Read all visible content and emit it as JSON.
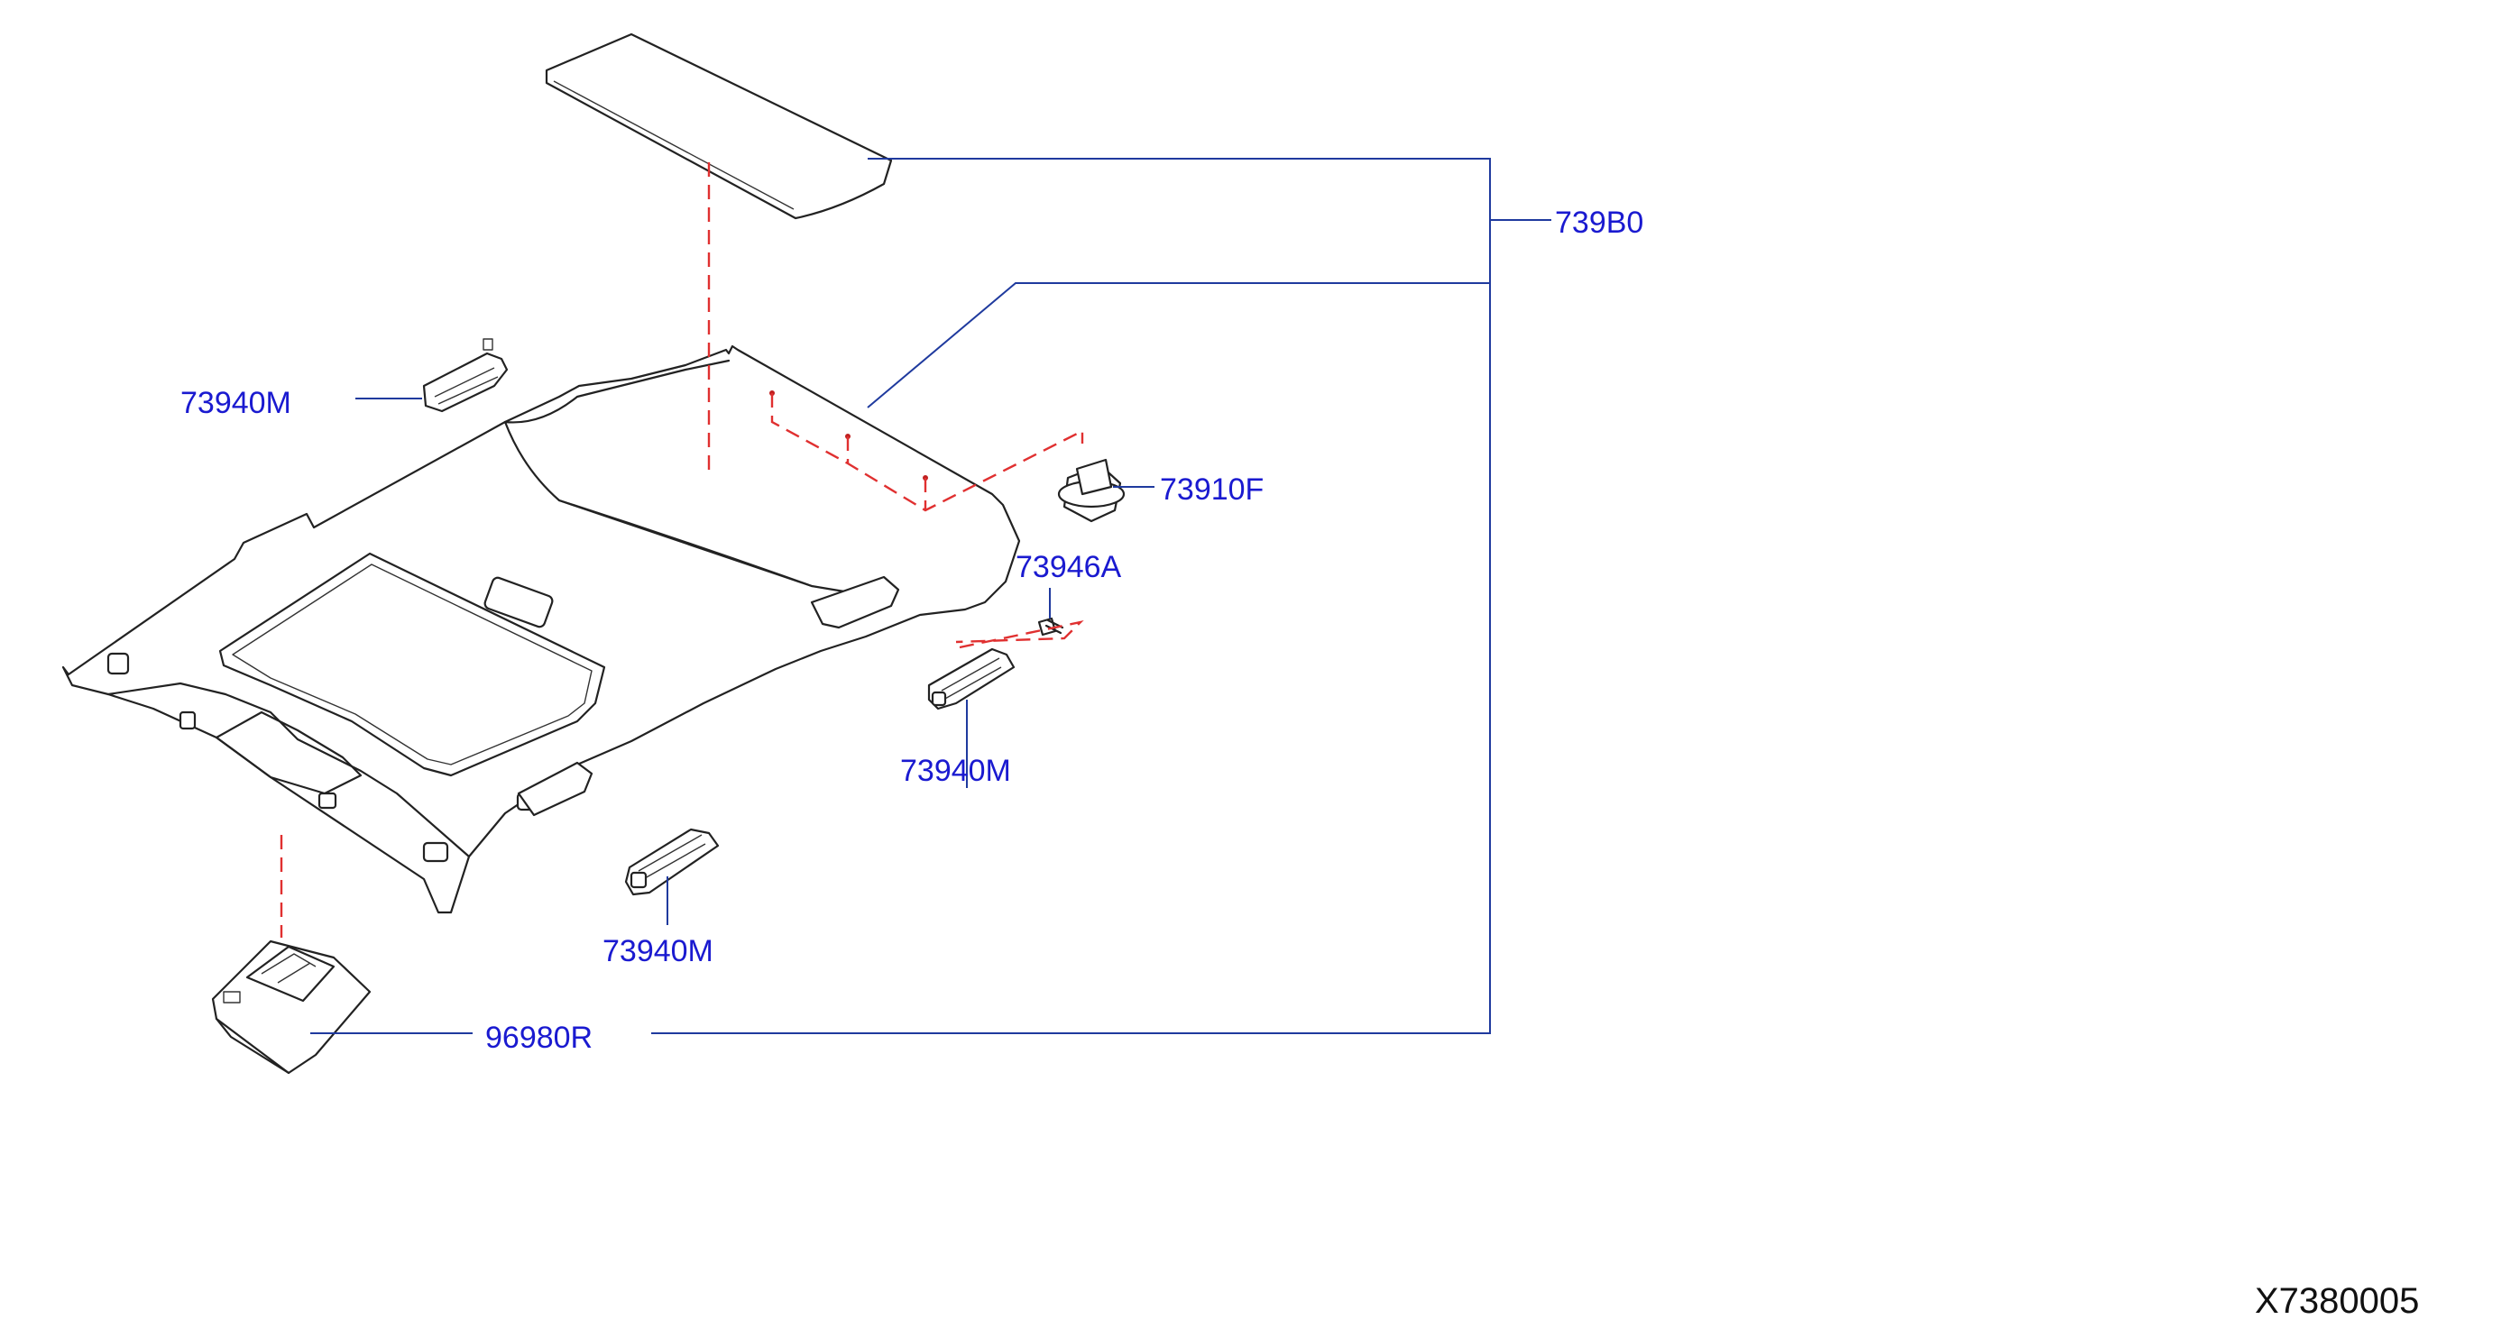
{
  "diagram": {
    "code": "X7380005",
    "colors": {
      "label_text": "#1a1ad0",
      "leader_line": "#1f3a9e",
      "installation_dash": "#e03030",
      "part_outline": "#222222"
    },
    "callouts": [
      {
        "id": "headlining-assy",
        "label": "739B0"
      },
      {
        "id": "assist-grip-upper-left",
        "label": "73940M"
      },
      {
        "id": "clip-headlining",
        "label": "73910F"
      },
      {
        "id": "screw-grip",
        "label": "73946A"
      },
      {
        "id": "assist-grip-right",
        "label": "73940M"
      },
      {
        "id": "assist-grip-lower",
        "label": "73940M"
      },
      {
        "id": "map-lamp",
        "label": "96980R"
      }
    ]
  }
}
